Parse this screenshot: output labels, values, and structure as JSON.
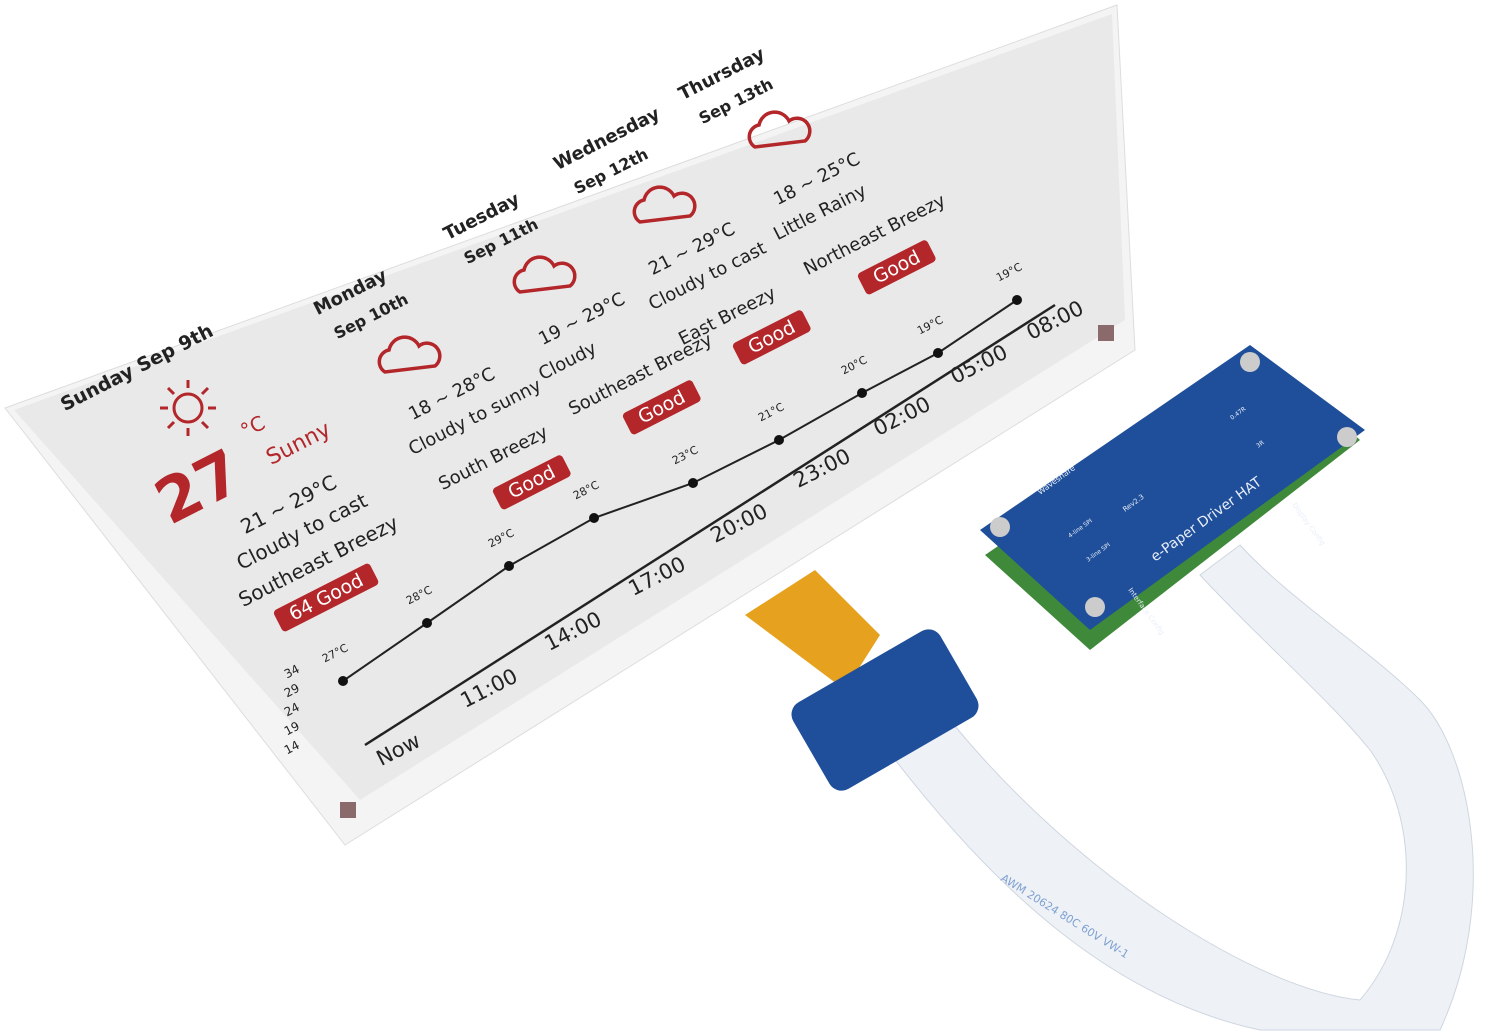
{
  "display": {
    "today": {
      "date": "Sunday Sep 9th",
      "icon": "sun-icon",
      "temp": "27",
      "unit": "°C",
      "condition": "Sunny",
      "range": "21 ~ 29°C",
      "description": "Cloudy to cast",
      "wind": "Southeast Breezy",
      "aqi": "64 Good"
    },
    "forecast": [
      {
        "day": "Monday",
        "date": "Sep 10th",
        "icon": "partly-cloudy-icon",
        "range": "18 ~ 28°C",
        "description": "Cloudy to sunny",
        "wind": "South Breezy",
        "aqi": "Good"
      },
      {
        "day": "Tuesday",
        "date": "Sep 11th",
        "icon": "partly-cloudy-icon",
        "range": "19 ~ 29°C",
        "description": "Cloudy",
        "wind": "Southeast Breezy",
        "aqi": "Good"
      },
      {
        "day": "Wednesday",
        "date": "Sep 12th",
        "icon": "partly-cloudy-icon",
        "range": "21 ~ 29°C",
        "description": "Cloudy to cast",
        "wind": "East Breezy",
        "aqi": "Good"
      },
      {
        "day": "Thursday",
        "date": "Sep 13th",
        "icon": "rain-cloud-icon",
        "range": "18 ~ 25°C",
        "description": "Little Rainy",
        "wind": "Northeast Breezy",
        "aqi": "Good"
      }
    ],
    "hourly": {
      "y_ticks": [
        "34",
        "29",
        "24",
        "19",
        "14"
      ],
      "times": [
        "Now",
        "11:00",
        "14:00",
        "17:00",
        "20:00",
        "23:00",
        "02:00",
        "05:00",
        "08:00"
      ],
      "temps": [
        "27°C",
        "28°C",
        "29°C",
        "28°C",
        "23°C",
        "21°C",
        "20°C",
        "19°C",
        "19°C"
      ]
    },
    "colors": {
      "accent": "#b3262a",
      "text": "#222222",
      "panel": "#e9e9e9"
    }
  },
  "hardware": {
    "hat_title": "e-Paper Driver HAT",
    "brand": "Waveshare",
    "revision": "Rev2.3",
    "display_config": "Display Config",
    "interface_config": "Interface Config",
    "spi_4": "4-line SPI",
    "spi_3": "3-line SPI",
    "res_a": "3R",
    "res_b": "0.47R",
    "cable_print": "AWM 20624 80C 60V VW-1",
    "board_color": "#1f4f9a"
  }
}
